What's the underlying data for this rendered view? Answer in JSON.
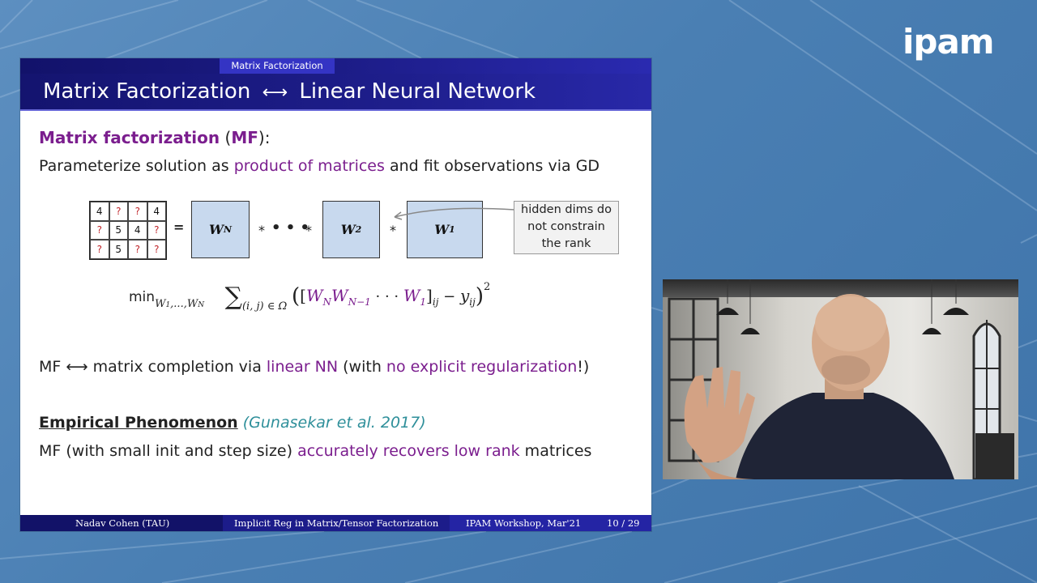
{
  "logo": {
    "text": "ipam"
  },
  "slide": {
    "section_tab": "Matrix Factorization",
    "title_left": "Matrix Factorization",
    "title_arrow": "⟷",
    "title_right": "Linear Neural Network",
    "mf_heading_bold": "Matrix factorization",
    "mf_heading_abbrev": "MF",
    "mf_heading_open": " (",
    "mf_heading_close": "):",
    "param_line_start": "Parameterize solution as ",
    "param_line_highlight": "product of matrices",
    "param_line_end": " and fit observations via GD",
    "matrix_cells": [
      "4",
      "?",
      "?",
      "4",
      "?",
      "5",
      "4",
      "?",
      "?",
      "5",
      "?",
      "?"
    ],
    "equals": "=",
    "op_star": "*",
    "op_dots": "• • •",
    "wn_main": "W",
    "wn_sub": "N",
    "w2_main": "W",
    "w2_sub": "2",
    "w1_main": "W",
    "w1_sub": "1",
    "callout_line1": "hidden dims do",
    "callout_line2": "not constrain",
    "callout_line3": "the rank",
    "formula": {
      "min": "min",
      "min_sub": "W",
      "min_sub_1": "1",
      "min_sub_dots": ",...,",
      "min_sub_N": "N",
      "sum": "∑",
      "sum_sub": "(i, j) ∈ Ω",
      "expr_open": "([",
      "wn": "W",
      "wn_sub": "N",
      "wn1": "W",
      "wn1_sub": "N−1",
      "dots": " · · · ",
      "w1": "W",
      "w1_sub": "1",
      "close_bracket": "]",
      "ij": "ij",
      "minus": " − ",
      "y": "y",
      "y_sub": "ij",
      "close_paren": ")",
      "exp": "2"
    },
    "mf_line_start": "MF ",
    "mf_line_arrow": "⟷",
    "mf_line_mid": " matrix completion via ",
    "mf_line_linear": "linear NN",
    "mf_line_with": " (with ",
    "mf_line_noreg": "no explicit regularization",
    "mf_line_end": "!)",
    "empirical_heading": "Empirical Phenomenon",
    "empirical_cite": "(Gunasekar et al. 2017)",
    "empirical_line_start": "MF (with small init and step size) ",
    "empirical_line_highlight": "accurately recovers low rank",
    "empirical_line_end": " matrices",
    "footer_author": "Nadav Cohen  (TAU)",
    "footer_title": "Implicit Reg in Matrix/Tensor Factorization",
    "footer_event": "IPAM Workshop, Mar'21",
    "footer_page": "10 / 29"
  },
  "colors": {
    "accent_purple": "#7b1e8e",
    "teal": "#2e8f9a",
    "slide_navy": "#1c1c86",
    "question_red": "#c0262b",
    "matrix_fill": "#c8d9ee"
  }
}
